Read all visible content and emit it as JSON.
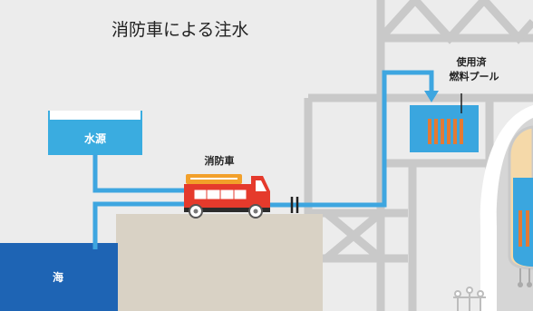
{
  "title": "消防車による注水",
  "labels": {
    "water_source": "水源",
    "fire_truck": "消防車",
    "sea": "海",
    "spent_fuel_pool_line1": "使用済",
    "spent_fuel_pool_line2": "燃料プール"
  },
  "colors": {
    "pipe": "#3ea6e0",
    "water_source": "#3aace0",
    "sea": "#1e64b4",
    "ground": "#d9d2c5",
    "truck": "#e53a2c",
    "pool_water": "#3aa6df",
    "fuel_rods": "#e47a34",
    "structure": "#c8c8c8",
    "reactor_vessel": "#f5d9a9",
    "background": "#ececec"
  }
}
